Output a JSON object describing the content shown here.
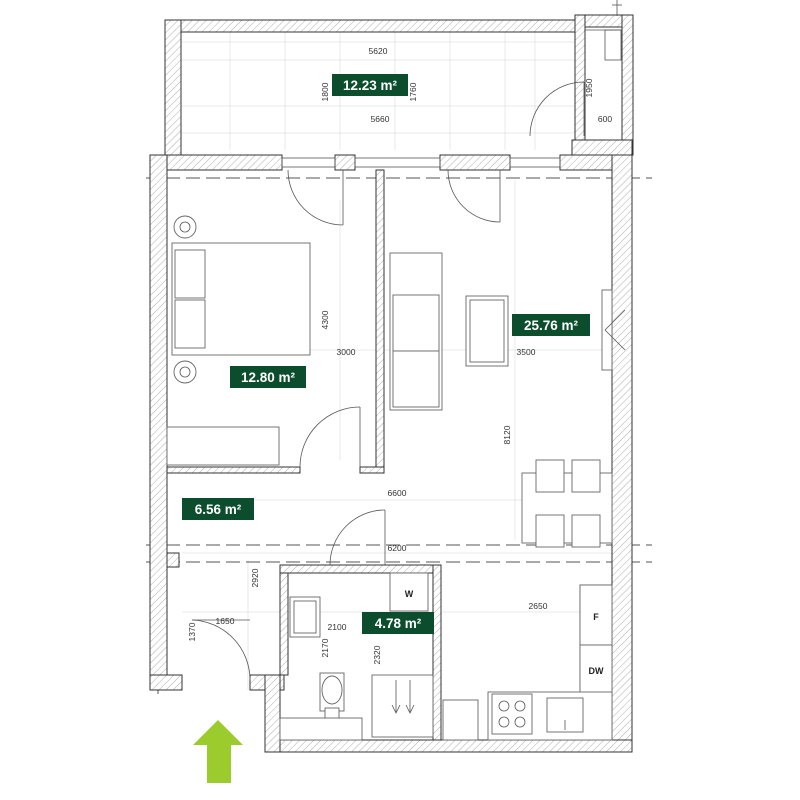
{
  "colors": {
    "badge": "#0b4d2c",
    "arrow": "#9ccb2e",
    "wall_stroke": "#333333"
  },
  "areas": {
    "balcony": "12.23 m²",
    "living": "25.76 m²",
    "bedroom": "12.80 m²",
    "hall": "6.56 m²",
    "bathroom": "4.78 m²"
  },
  "dims": {
    "d5620": "5620",
    "d5660": "5660",
    "d1800": "1800",
    "d1760": "1760",
    "d1950": "1950",
    "d600": "600",
    "d4300": "4300",
    "d3000": "3000",
    "d3500": "3500",
    "d8120": "8120",
    "d6600": "6600",
    "d6200": "6200",
    "d2920": "2920",
    "d1650": "1650",
    "d1370": "1370",
    "d2100": "2100",
    "d2170": "2170",
    "d2320": "2320",
    "d2650": "2650"
  },
  "fixtures": {
    "washer": "W",
    "fridge": "F",
    "dishwasher": "DW"
  },
  "icons": {
    "entrance": "entrance-arrow-icon"
  }
}
